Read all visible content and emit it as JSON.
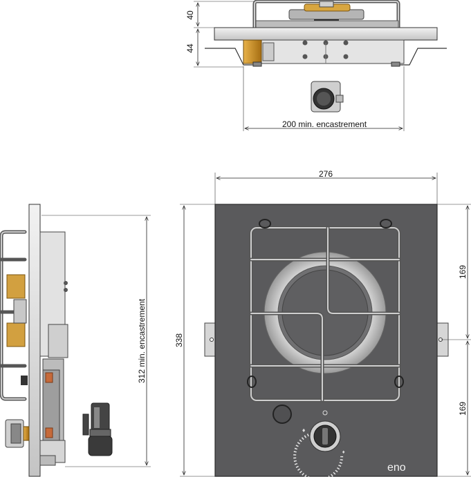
{
  "dimensions": {
    "top_height": "40",
    "base_height": "44",
    "side_width_cutout": "200  min. encastrement",
    "plate_width": "276",
    "plate_height": "338",
    "upper_half": "169",
    "lower_half": "169",
    "side_depth_cutout": "312  min. encastrement"
  },
  "brand": {
    "logo_text": "eno"
  },
  "colors": {
    "plate": "#5a5a5c",
    "steel": "#d9d9d9",
    "brass": "#c8962e",
    "copper": "#c66a3a"
  }
}
